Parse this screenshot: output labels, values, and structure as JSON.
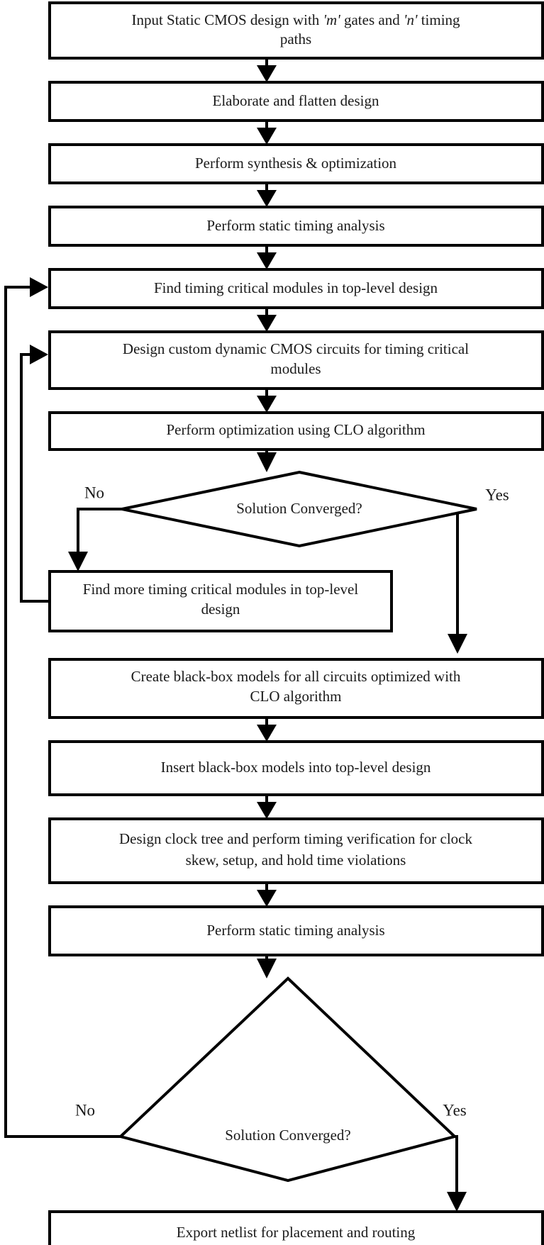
{
  "diagram": {
    "title": "Static CMOS design flow with custom dynamic CMOS optimization",
    "colors": {
      "background": "#ffffff",
      "stroke": "#000000",
      "text": "#1a1a1a"
    },
    "nodes": [
      {
        "id": "input-design",
        "type": "process",
        "lines": [
          "Input Static CMOS design with 'm' gates and 'n' timing",
          "paths"
        ],
        "text": "Input Static CMOS design with 'm' gates and 'n' timing paths"
      },
      {
        "id": "elaborate-flatten",
        "type": "process",
        "lines": [
          "Elaborate and flatten design"
        ],
        "text": "Elaborate and flatten design"
      },
      {
        "id": "synthesis-optimization",
        "type": "process",
        "lines": [
          "Perform synthesis & optimization"
        ],
        "text": "Perform synthesis & optimization"
      },
      {
        "id": "static-timing-analysis-1",
        "type": "process",
        "lines": [
          "Perform static timing analysis"
        ],
        "text": "Perform static timing analysis"
      },
      {
        "id": "find-critical-modules",
        "type": "process",
        "lines": [
          "Find timing critical modules in top-level design"
        ],
        "text": "Find timing critical modules in top-level design"
      },
      {
        "id": "design-custom-dynamic",
        "type": "process",
        "lines": [
          "Design custom dynamic CMOS circuits for timing critical",
          "modules"
        ],
        "text": "Design custom dynamic CMOS circuits for timing critical modules"
      },
      {
        "id": "clo-optimization",
        "type": "process",
        "lines": [
          "Perform optimization using CLO algorithm"
        ],
        "text": "Perform optimization using CLO algorithm"
      },
      {
        "id": "solution-converged-1",
        "type": "decision",
        "lines": [
          "Solution Converged?"
        ],
        "text": "Solution Converged?"
      },
      {
        "id": "find-more-critical-modules",
        "type": "process",
        "lines": [
          "Find more timing critical modules in top-level",
          "design"
        ],
        "text": "Find more timing critical modules in top-level design"
      },
      {
        "id": "create-black-box",
        "type": "process",
        "lines": [
          "Create black-box models for all circuits optimized with",
          "CLO algorithm"
        ],
        "text": "Create black-box models for all circuits optimized with CLO algorithm"
      },
      {
        "id": "insert-black-box",
        "type": "process",
        "lines": [
          "Insert black-box models into top-level design"
        ],
        "text": "Insert black-box models into top-level design"
      },
      {
        "id": "design-clock-tree",
        "type": "process",
        "lines": [
          "Design clock tree and perform timing verification for clock",
          "skew, setup, and hold time violations"
        ],
        "text": "Design clock tree and perform timing verification for clock skew, setup, and hold time violations"
      },
      {
        "id": "static-timing-analysis-2",
        "type": "process",
        "lines": [
          "Perform static timing analysis"
        ],
        "text": "Perform static timing analysis"
      },
      {
        "id": "solution-converged-2",
        "type": "decision",
        "lines": [
          "Solution Converged?"
        ],
        "text": "Solution Converged?"
      },
      {
        "id": "export-netlist",
        "type": "process",
        "lines": [
          "Export netlist for placement and routing"
        ],
        "text": "Export netlist for placement and routing"
      }
    ],
    "branch_labels": {
      "decision_1_no": "No",
      "decision_1_yes": "Yes",
      "decision_2_no": "No",
      "decision_2_yes": "Yes"
    }
  }
}
